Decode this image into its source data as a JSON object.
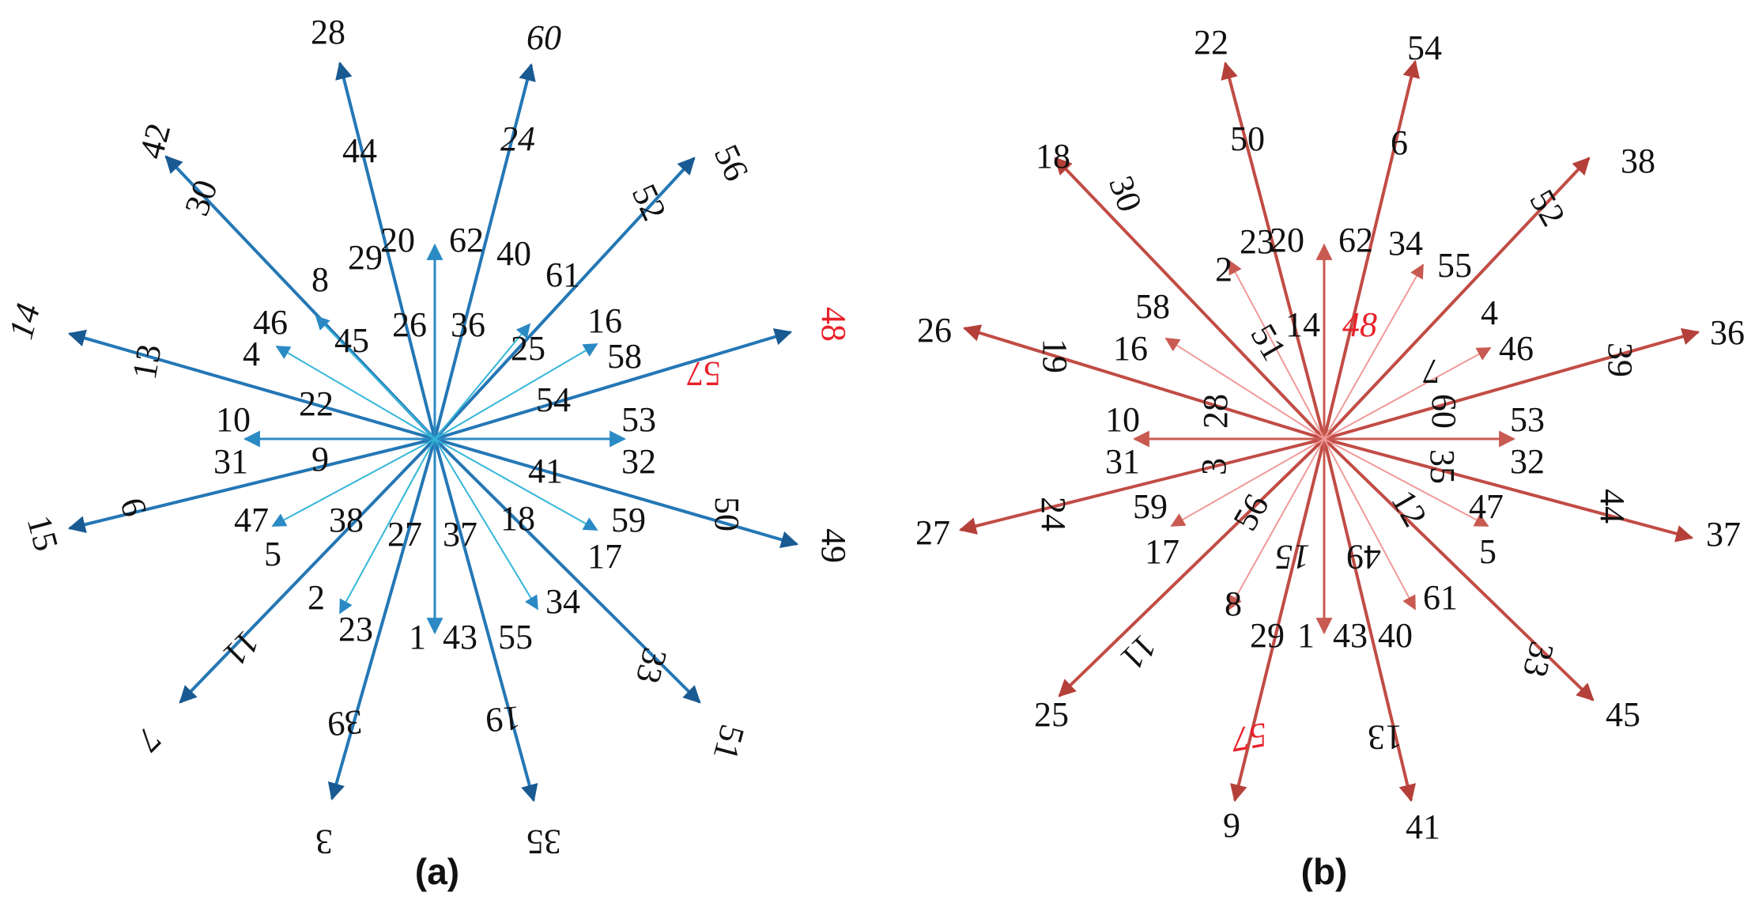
{
  "figure": {
    "panels": [
      {
        "caption": "(a)",
        "colors": {
          "outer": "#1a5a92",
          "mid": "#2b8ac4",
          "inner": "#34b6d8"
        },
        "labels": {
          "c1": "20",
          "c2": "62",
          "n28": "28",
          "n44": "44",
          "n29": "29",
          "n8": "8",
          "n26": "26",
          "n60": "60",
          "n24": "24",
          "n40": "40",
          "n61": "61",
          "n36": "36",
          "n42": "42",
          "n30": "30",
          "n46": "46",
          "n4": "4",
          "n45": "45",
          "n56": "56",
          "n52": "52",
          "n16": "16",
          "n58": "58",
          "n25": "25",
          "n14": "14",
          "n13": "13",
          "n22": "22",
          "n48": "48",
          "n57": "57",
          "n54": "54",
          "n10": "10",
          "n53": "53",
          "n31": "31",
          "n9": "9",
          "n32": "32",
          "n41": "41",
          "n15": "15",
          "n6": "6",
          "n47": "47",
          "n5": "5",
          "n49": "49",
          "n50": "50",
          "n59": "59",
          "n17": "17",
          "n7": "7",
          "n11": "11",
          "n38": "38",
          "n2": "2",
          "n23": "23",
          "n51": "51",
          "n33": "33",
          "n18": "18",
          "n34": "34",
          "n3": "3",
          "n39": "39",
          "n27": "27",
          "n1": "1",
          "n43": "43",
          "n35": "35",
          "n19": "19",
          "n37": "37",
          "n55": "55"
        }
      },
      {
        "caption": "(b)",
        "colors": {
          "outer": "#b5403a",
          "mid": "#c85a52",
          "inner": "#ef9a98"
        },
        "labels": {
          "c1": "20",
          "c2": "62",
          "n22": "22",
          "n50": "50",
          "n23": "23",
          "n2": "2",
          "n14": "14",
          "n54": "54",
          "n6": "6",
          "n34": "34",
          "n55": "55",
          "n48": "48",
          "n18": "18",
          "n30": "30",
          "n58": "58",
          "n16": "16",
          "n51": "51",
          "n38": "38",
          "n52": "52",
          "n4": "4",
          "n46": "46",
          "n7": "7",
          "n26": "26",
          "n19": "19",
          "n28": "28",
          "n36": "36",
          "n39": "39",
          "n60": "60",
          "n10": "10",
          "n31": "31",
          "n53": "53",
          "n32": "32",
          "n27": "27",
          "n24": "24",
          "n3": "3",
          "n59": "59",
          "n17": "17",
          "n37": "37",
          "n44": "44",
          "n35": "35",
          "n47": "47",
          "n5": "5",
          "n25": "25",
          "n11": "11",
          "n56": "56",
          "n8": "8",
          "n29": "29",
          "n45": "45",
          "n33": "33",
          "n12": "12",
          "n61": "61",
          "n9": "9",
          "n57": "57",
          "n15": "15",
          "n1": "1",
          "n43": "43",
          "n41": "41",
          "n13": "13",
          "n49": "49",
          "n40": "40"
        }
      }
    ]
  }
}
